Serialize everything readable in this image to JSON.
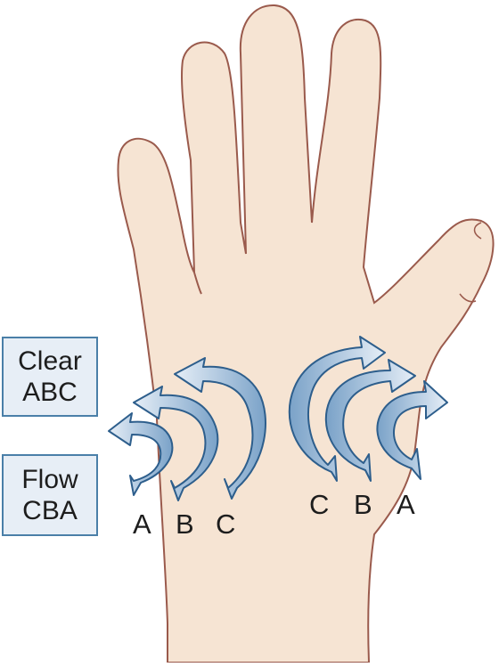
{
  "boxes": {
    "clear": {
      "line1": "Clear",
      "line2": "ABC"
    },
    "flow": {
      "line1": "Flow",
      "line2": "CBA"
    }
  },
  "left_labels": [
    "A",
    "B",
    "C"
  ],
  "right_labels": [
    "C",
    "B",
    "A"
  ],
  "colors": {
    "skin": "#f6e4d3",
    "outline": "#9a5a4c",
    "arrow_light": "#e6eef7",
    "arrow_dark": "#7aa2c8",
    "arrow_stroke": "#2d5e8c",
    "box_fill": "#e7eef6",
    "box_border": "#4a7fa8"
  }
}
